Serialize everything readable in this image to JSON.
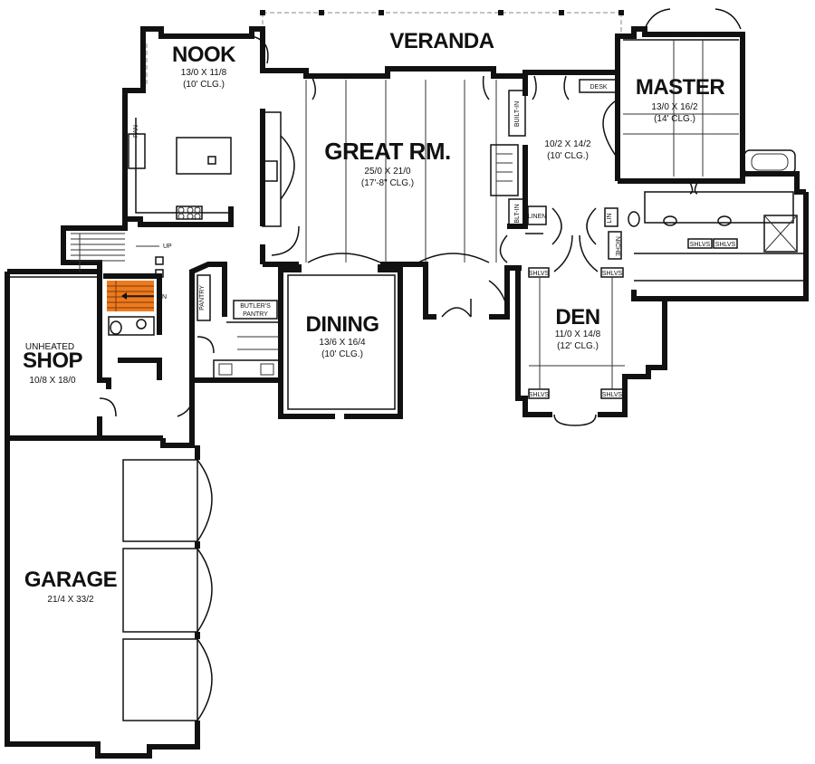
{
  "rooms": {
    "veranda": {
      "name": "VERANDA"
    },
    "nook": {
      "name": "NOOK",
      "size": "13/0 X 11/8",
      "ceiling": "(10' CLG.)"
    },
    "master": {
      "name": "MASTER",
      "size": "13/0 X 16/2",
      "ceiling": "(14' CLG.)"
    },
    "great_room": {
      "name": "GREAT RM.",
      "size": "25/0 X 21/0",
      "ceiling": "(17'-8\" CLG.)"
    },
    "sitting": {
      "size": "10/2 X 14/2",
      "ceiling": "(10' CLG.)"
    },
    "dining": {
      "name": "DINING",
      "size": "13/6 X 16/4",
      "ceiling": "(10' CLG.)"
    },
    "den": {
      "name": "DEN",
      "size": "11/0 X 14/8",
      "ceiling": "(12' CLG.)"
    },
    "shop": {
      "qualifier": "UNHEATED",
      "name": "SHOP",
      "size": "10/8 X 18/0"
    },
    "garage": {
      "name": "GARAGE",
      "size": "21/4 X 33/2"
    }
  },
  "labels": {
    "desk": "DESK",
    "built_in": "BUILT-IN",
    "blt_in": "BLT-IN",
    "linen": "LINEN",
    "lin": "LIN",
    "niche": "NICHE",
    "shlvs": "SHLVS",
    "pantry": "PANTRY",
    "butlers_pantry_1": "BUTLER'S",
    "butlers_pantry_2": "PANTRY",
    "pan": "PAN",
    "up": "UP",
    "dn": "DN"
  },
  "colors": {
    "wall": "#111111",
    "stair_highlight": "#ee7a1e",
    "background": "#ffffff"
  }
}
